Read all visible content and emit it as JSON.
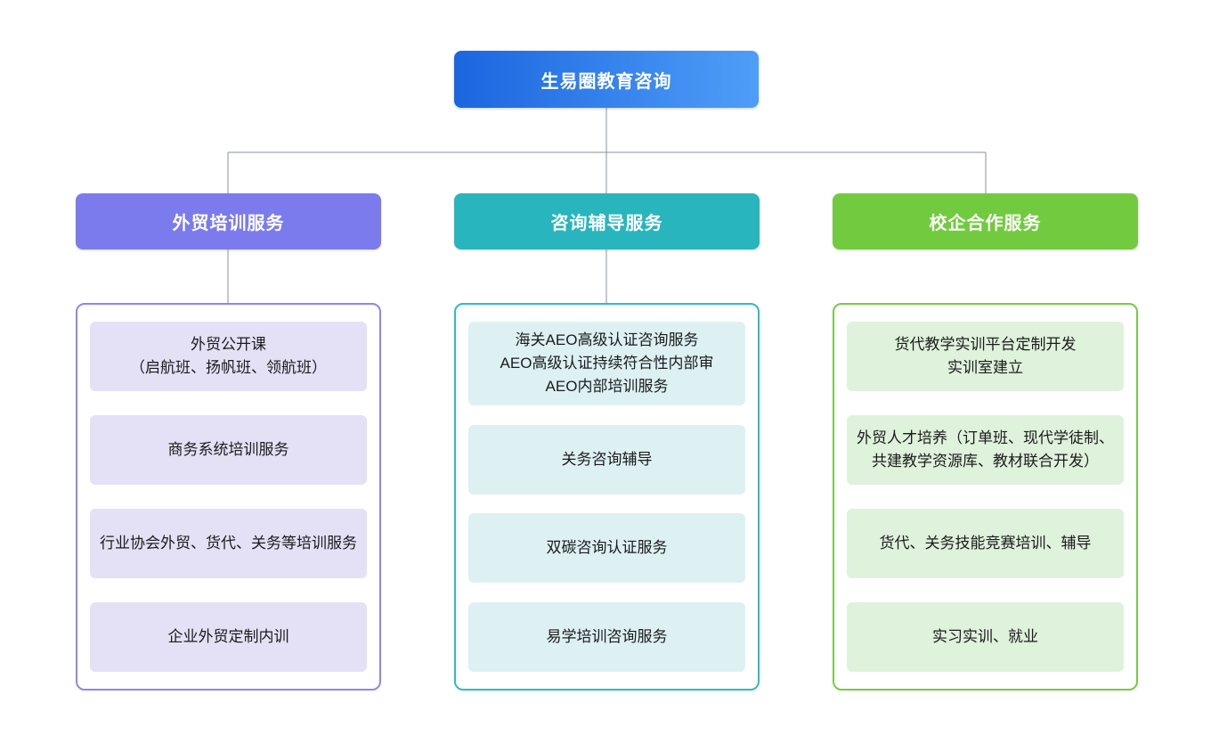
{
  "root": {
    "label": "生易圈教育咨询",
    "gradient_start": "#1B66DF",
    "gradient_end": "#4E9EF8"
  },
  "connector_color": "#8A929C",
  "branches": [
    {
      "title": "外贸培训服务",
      "header_color": "#7B7BEE",
      "border_color": "#8888F2",
      "item_bg": "#E4E1F7",
      "items": [
        "外贸公开课\n（启航班、扬帆班、领航班）",
        "商务系统培训服务",
        "行业协会外贸、货代、关务等培训服务",
        "企业外贸定制内训"
      ]
    },
    {
      "title": "咨询辅导服务",
      "header_color": "#28B5BE",
      "border_color": "#2FBAC2",
      "item_bg": "#DDF1F3",
      "items": [
        "海关AEO高级认证咨询服务\nAEO高级认证持续符合性内部审\nAEO内部培训服务",
        "关务咨询辅导",
        "双碳咨询认证服务",
        "易学培训咨询服务"
      ]
    },
    {
      "title": "校企合作服务",
      "header_color": "#72CB3F",
      "border_color": "#74CC42",
      "item_bg": "#DFF2DC",
      "items": [
        "货代教学实训平台定制开发\n实训室建立",
        "外贸人才培养（订单班、现代学徒制、共建教学资源库、教材联合开发）",
        "货代、关务技能竞赛培训、辅导",
        "实习实训、就业"
      ]
    }
  ]
}
